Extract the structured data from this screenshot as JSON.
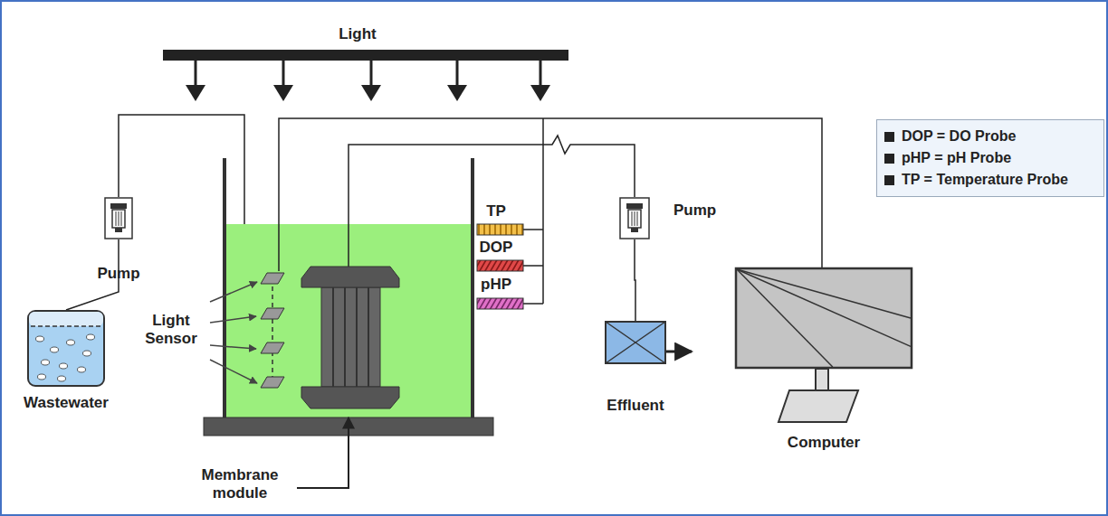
{
  "diagram": {
    "nodes": [
      {
        "text": [
          "Wastewater"
        ]
      },
      {
        "text": [
          "Pump"
        ]
      },
      {
        "text": [
          "Pump"
        ]
      },
      {
        "text": [
          "Effluent"
        ]
      },
      {
        "text": [
          "Computer"
        ]
      }
    ],
    "edges": [
      {
        "from": 0,
        "to": 1,
        "arrow": "none"
      },
      {
        "from": 2,
        "to": 3,
        "arrow": "none"
      }
    ],
    "labels": [
      "Light",
      "Light Sensor",
      "TP",
      "DOP",
      "pHP",
      "Membrane module"
    ],
    "legend": [
      {
        "text": "DOP = DO Probe",
        "color": "#222222"
      },
      {
        "text": "pHP = pH Probe",
        "color": "#222222"
      },
      {
        "text": "TP = Temperature Probe",
        "color": "#222222"
      }
    ]
  }
}
